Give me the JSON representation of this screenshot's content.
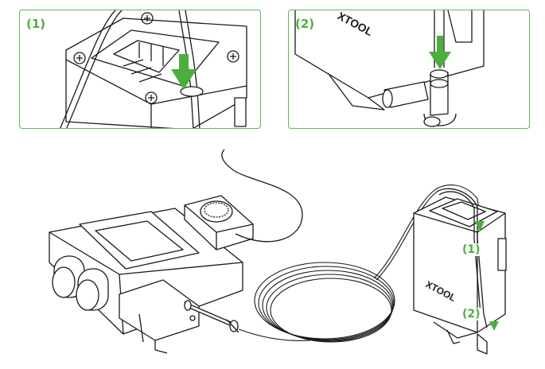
{
  "colors": {
    "accent": "#4cae3f",
    "outline": "#1a1a1a",
    "background": "#ffffff"
  },
  "insets": [
    {
      "label": "(1)"
    },
    {
      "label": "(2)"
    }
  ],
  "callouts": [
    {
      "label": "(1)"
    },
    {
      "label": "(2)"
    }
  ],
  "module_logo": "XTOOL",
  "icons": [
    "arrow-down-icon",
    "screw-icon"
  ]
}
